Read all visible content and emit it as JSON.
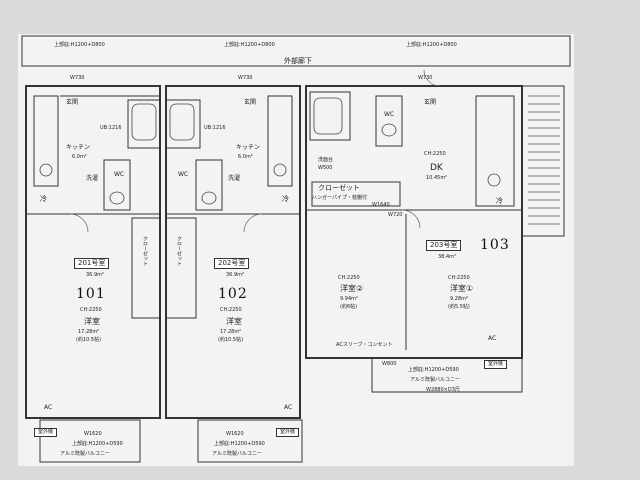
{
  "header": {
    "top_balcony_1": "上部庇:H1200+D800",
    "top_balcony_2": "上部庇:H1200+D800",
    "top_balcony_3": "上部庇:H1200+D800",
    "corridor": "外部廊下",
    "window_w730_1": "W730",
    "window_w730_2": "W730",
    "window_w730_3": "W730"
  },
  "units": [
    {
      "room_label": "201号室",
      "area": "36.9m²",
      "handwritten": "101",
      "kitchen": "キッチン",
      "kitchen_area": "6.0m²",
      "western_room": "洋室",
      "western_ch": "CH:2250",
      "western_area": "17.28m²",
      "western_tatami": "(約10.5帖)",
      "closet": "クローゼット",
      "entrance": "玄関",
      "ub": "UB:1216",
      "wc": "WC",
      "wash": "洗濯",
      "fridge": "冷",
      "ac": "AC",
      "outdoor_unit": "室外機",
      "window_bottom": "W1620",
      "eave": "上部庇:H1200+D590",
      "balcony": "アルミ既製バルコニー"
    },
    {
      "room_label": "202号室",
      "area": "36.9m²",
      "handwritten": "102",
      "kitchen": "キッチン",
      "kitchen_area": "6.0m²",
      "western_room": "洋室",
      "western_ch": "CH:2250",
      "western_area": "17.28m²",
      "western_tatami": "(約10.5帖)",
      "closet": "クローゼット",
      "entrance": "玄関",
      "ub": "UB:1216",
      "wc": "WC",
      "wash": "洗濯",
      "fridge": "冷",
      "ac": "AC",
      "outdoor_unit": "室外機",
      "window_bottom": "W1620",
      "eave": "上部庇:H1200+D590",
      "balcony": "アルミ既製バルコニー"
    },
    {
      "room_label": "203号室",
      "area": "38.4m²",
      "handwritten": "103",
      "dk": "DK",
      "dk_ch": "CH:2250",
      "dk_area": "10.45m²",
      "room2": "洋室②",
      "room2_ch": "CH:2250",
      "room2_area": "9.94m²",
      "room2_tatami": "(約6帖)",
      "room1": "洋室①",
      "room1_ch": "CH:2250",
      "room1_area": "9.28m²",
      "room1_tatami": "(約5.5帖)",
      "closet": "クローゼット",
      "closet_note": "ハンガーパイプ・枕棚付",
      "entrance": "玄関",
      "wc": "WC",
      "wash_basin": "洗面台",
      "wash_basin_size": "W500",
      "fridge": "冷",
      "ac": "AC",
      "ac_outlet": "ACスリーブ・コンセント",
      "outdoor_unit": "室外機",
      "window_w1640": "W1640",
      "window_w720": "W720",
      "window_w800": "W800",
      "eave": "上部庇:H1200+D590",
      "balcony": "アルミ既製バルコニー",
      "balcony_size": "W2880×D3尺"
    }
  ]
}
